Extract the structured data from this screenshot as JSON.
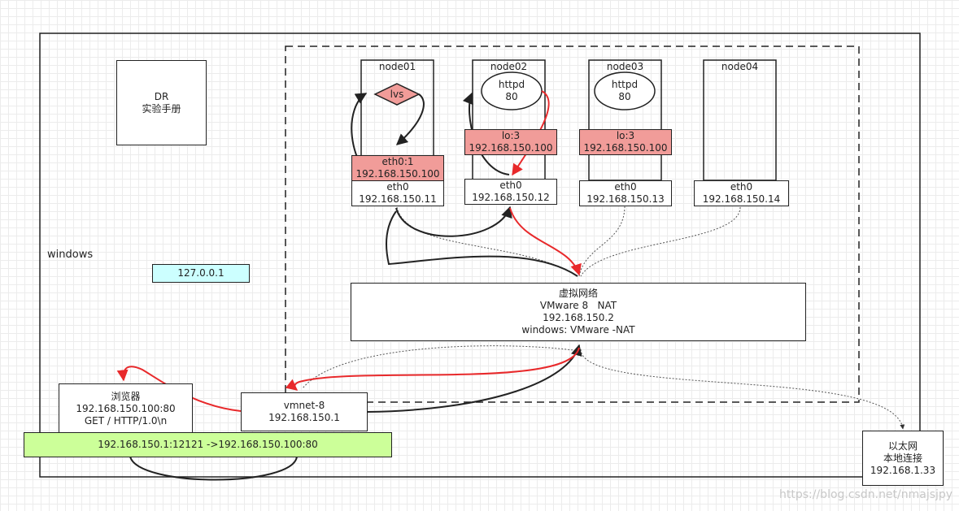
{
  "outer_label": "windows",
  "dr_manual": {
    "line1": "DR",
    "line2": "实验手册"
  },
  "loopback": "127.0.0.1",
  "nodes": [
    {
      "name": "node01",
      "service": "lvs",
      "vip_iface": "eth0:1",
      "vip": "192.168.150.100",
      "iface": "eth0",
      "ip": "192.168.150.11"
    },
    {
      "name": "node02",
      "service": "httpd",
      "port": "80",
      "lo_iface": "lo:3",
      "lo_ip": "192.168.150.100",
      "iface": "eth0",
      "ip": "192.168.150.12"
    },
    {
      "name": "node03",
      "service": "httpd",
      "port": "80",
      "lo_iface": "lo:3",
      "lo_ip": "192.168.150.100",
      "iface": "eth0",
      "ip": "192.168.150.13"
    },
    {
      "name": "node04",
      "iface": "eth0",
      "ip": "192.168.150.14"
    }
  ],
  "virtual_net": {
    "line1": "虚拟网络",
    "line2": "VMware 8   NAT",
    "line3": "192.168.150.2",
    "line4": "windows: VMware -NAT"
  },
  "browser": {
    "line1": "浏览器",
    "line2": "192.168.150.100:80",
    "line3": "GET / HTTP/1.0\\n"
  },
  "vmnet": {
    "line1": "vmnet-8",
    "line2": "192.168.150.1"
  },
  "connection_bar": "192.168.150.1:12121 ->192.168.150.100:80",
  "ethernet": {
    "line1": "以太网",
    "line2": "本地连接",
    "line3": "192.168.1.33"
  },
  "watermark": "https://blog.csdn.net/nmajsjpy",
  "colors": {
    "pink": "#f19c99",
    "cyan": "#ccffff",
    "green": "#ccff99",
    "red": "#e8292b",
    "line": "#222222"
  }
}
